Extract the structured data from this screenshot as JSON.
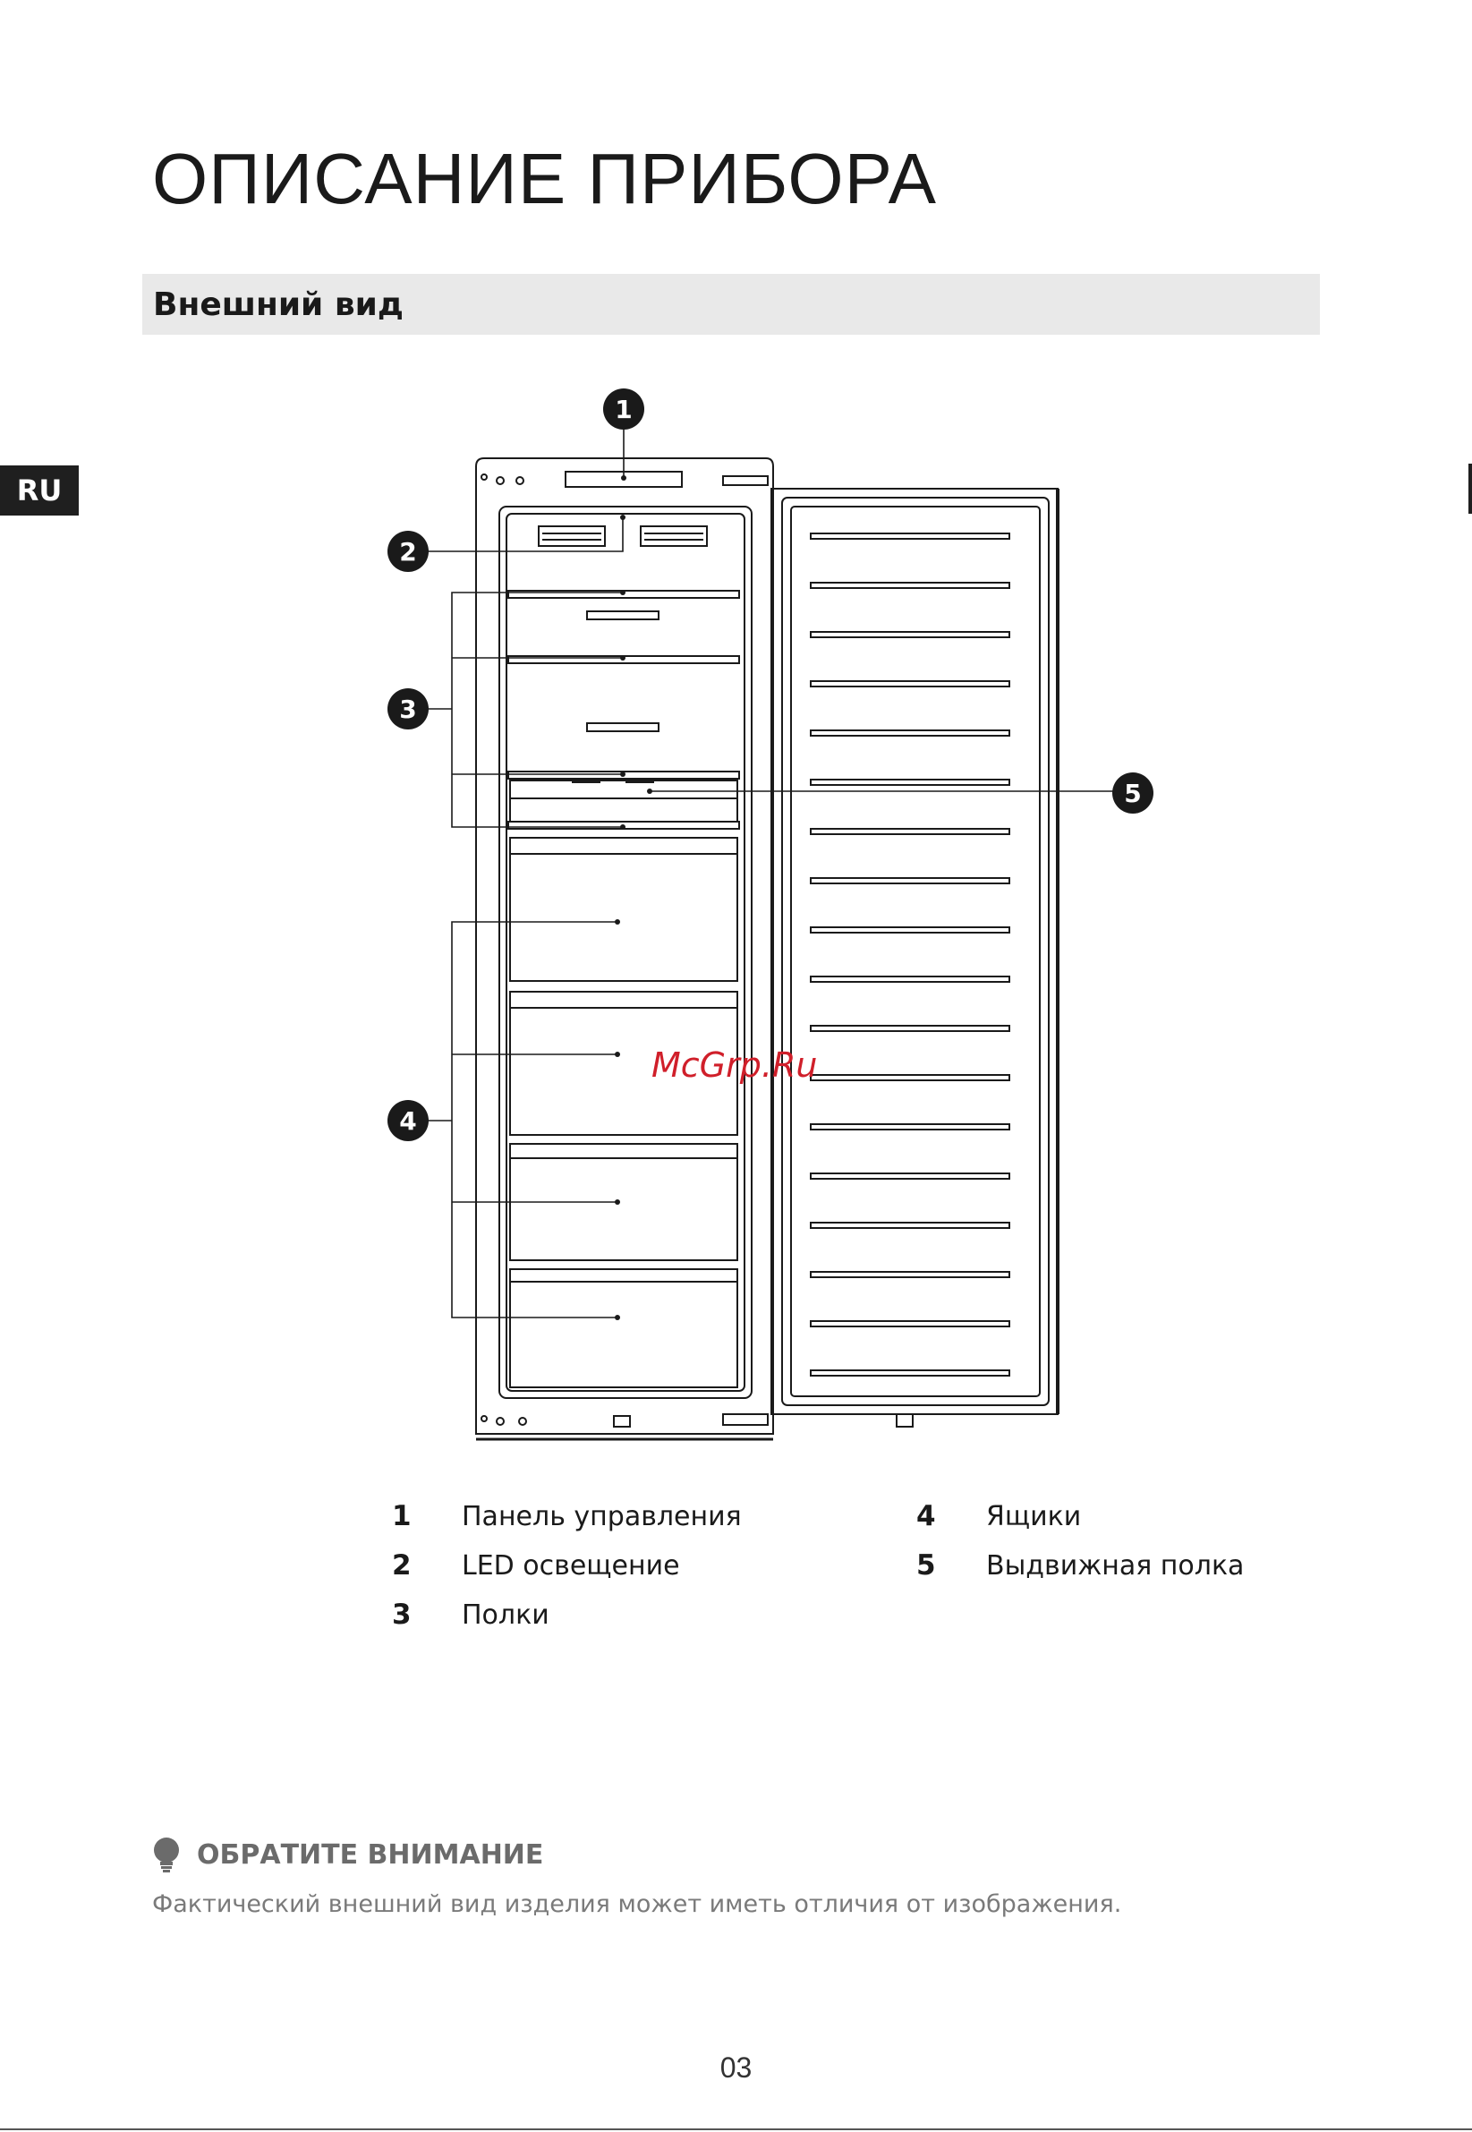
{
  "page": {
    "title": "ОПИСАНИЕ ПРИБОРА",
    "section_title": "Внешний вид",
    "language_tab": "RU",
    "watermark": "McGrp.Ru",
    "page_number": "03"
  },
  "callouts": [
    "1",
    "2",
    "3",
    "4",
    "5"
  ],
  "legend": [
    {
      "num": "1",
      "label": "Панель управления"
    },
    {
      "num": "2",
      "label": "LED  освещение"
    },
    {
      "num": "3",
      "label": "Полки"
    },
    {
      "num": "4",
      "label": "Ящики"
    },
    {
      "num": "5",
      "label": "Выдвижная полка"
    }
  ],
  "note": {
    "icon": "lightbulb-icon",
    "heading": "ОБРАТИТЕ ВНИМАНИЕ",
    "text": "Фактический внешний вид изделия может иметь отличия от изображения."
  },
  "colors": {
    "text": "#1a1a1a",
    "section_bar": "#e9e9e9",
    "note_gray": "#7a7a7a",
    "watermark": "#d01f2a"
  }
}
